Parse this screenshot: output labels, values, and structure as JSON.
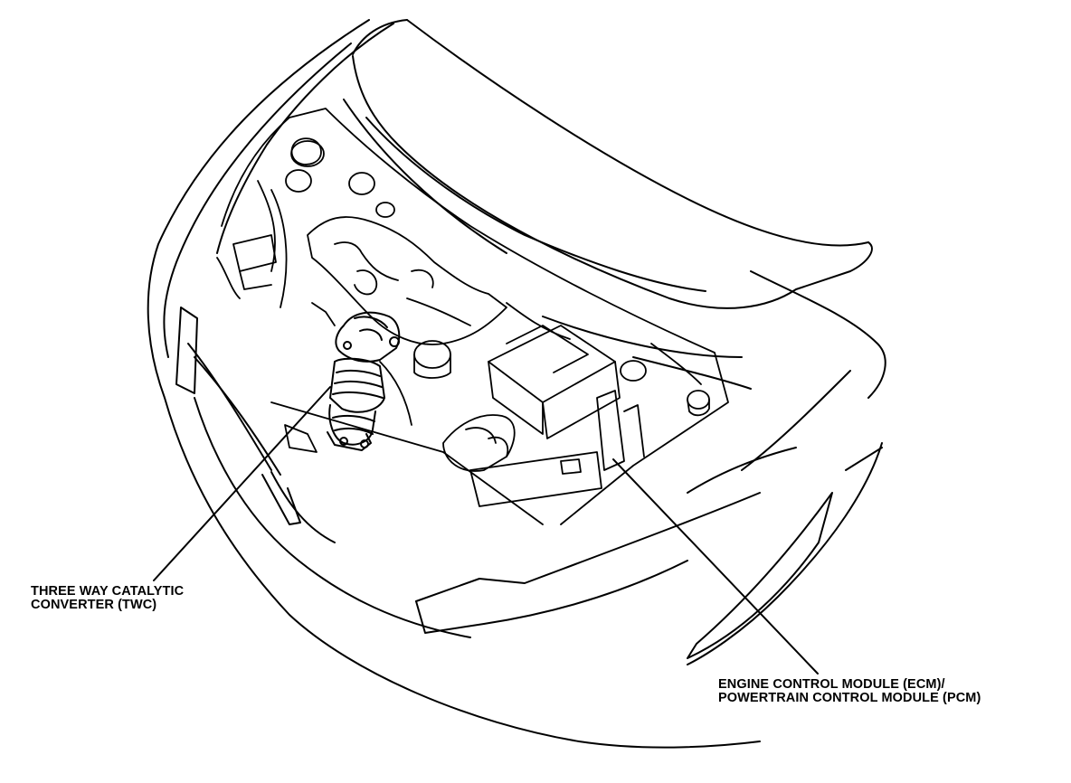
{
  "labels": {
    "twc": {
      "line1": "THREE WAY CATALYTIC",
      "line2": "CONVERTER (TWC)"
    },
    "ecm": {
      "line1": "ENGINE CONTROL MODULE (ECM)/",
      "line2": "POWERTRAIN CONTROL MODULE (PCM)"
    }
  },
  "colors": {
    "ink": "#000000",
    "paper": "#ffffff"
  }
}
